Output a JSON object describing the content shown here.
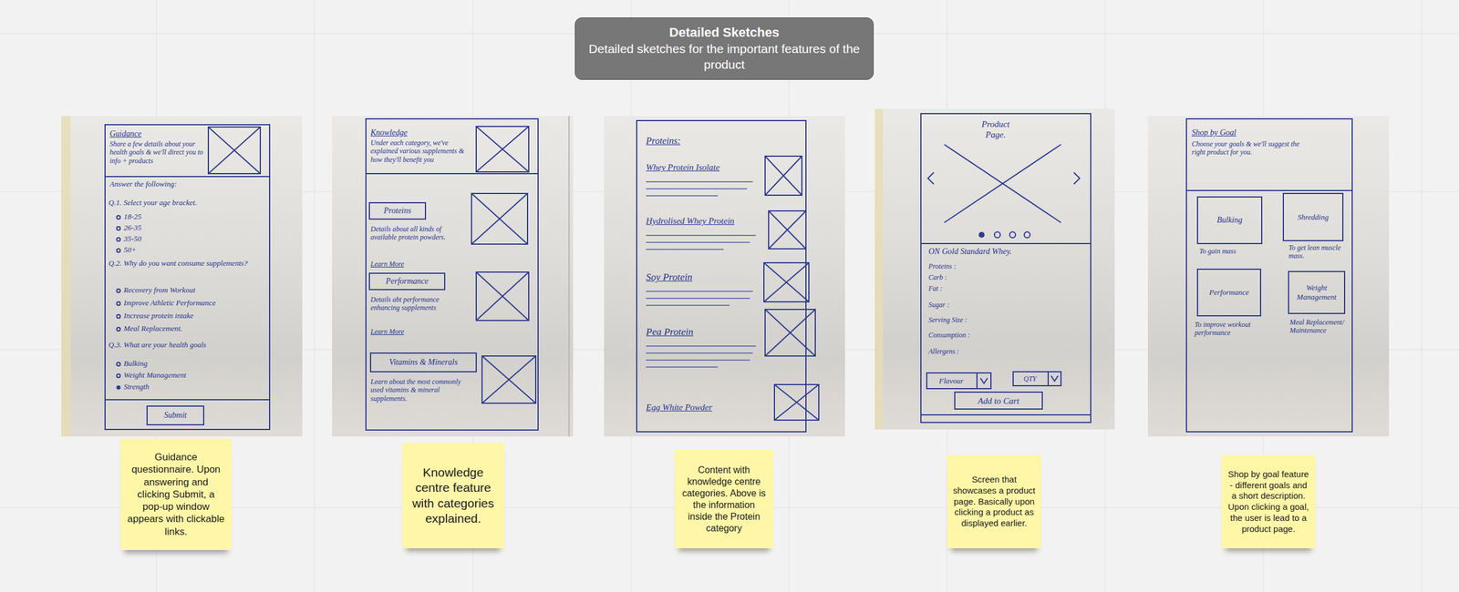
{
  "diagram": {
    "nodes": [
      {
        "text": [
          "Detailed Sketches",
          "Detailed sketches for the important features of the product"
        ]
      },
      {
        "text": [
          "Guidance questionnaire. Upon answering and clicking Submit, a pop-up window appears with clickable links."
        ]
      },
      {
        "text": [
          "Knowledge centre feature with categories explained."
        ]
      },
      {
        "text": [
          "Content with knowledge centre categories. Above is the information inside the Protein category"
        ]
      },
      {
        "text": [
          "Screen that showcases a product page. Basically upon clicking a product as displayed earlier."
        ]
      },
      {
        "text": [
          "Shop by goal feature - different goals and a short description. Upon clicking a goal, the user is lead to a product page."
        ]
      }
    ],
    "labels": [
      "Guidance",
      "Share a few details about your health goals & we'll direct you to info + products",
      "Answer the following:",
      "Q.1. Select your age bracket.",
      "18-25",
      "26-35",
      "35-50",
      "50+",
      "Q.2. Why do you want consume supplements?",
      "Recovery from Workout",
      "Improve Athletic Performance",
      "Increase protein intake",
      "Meal Replacement.",
      "Q.3. What are your health goals",
      "Bulking",
      "Weight Management",
      "Strength",
      "Submit",
      "Knowledge",
      "Under each category, we've explained various supplements & how they'll benefit you",
      "Proteins",
      "Details about all kinds of available protein powders.",
      "Learn More",
      "Performance",
      "Details abt performance enhancing supplements",
      "Learn More",
      "Vitamins & Minerals",
      "Learn about the most commonly used vitamins & mineral supplements.",
      "Proteins:",
      "Whey Protein Isolate",
      "Hydrolised Whey Protein",
      "Soy Protein",
      "Pea Protein",
      "Egg White Powder",
      "Product Page.",
      "ON Gold Standard Whey.",
      "Proteins :",
      "Carb :",
      "Fat :",
      "Sugar :",
      "Serving Size :",
      "Consumption :",
      "Allergens :",
      "Flavour",
      "QTY",
      "Add to Cart",
      "Shop by Goal",
      "Choose your goals & we'll suggest the right product for you.",
      "Bulking",
      "Shredding",
      "To gain mass",
      "To get lean muscle mass.",
      "Performance",
      "Weight Management",
      "To improve workout performance",
      "Meal Replacement/ Maintenance"
    ]
  }
}
